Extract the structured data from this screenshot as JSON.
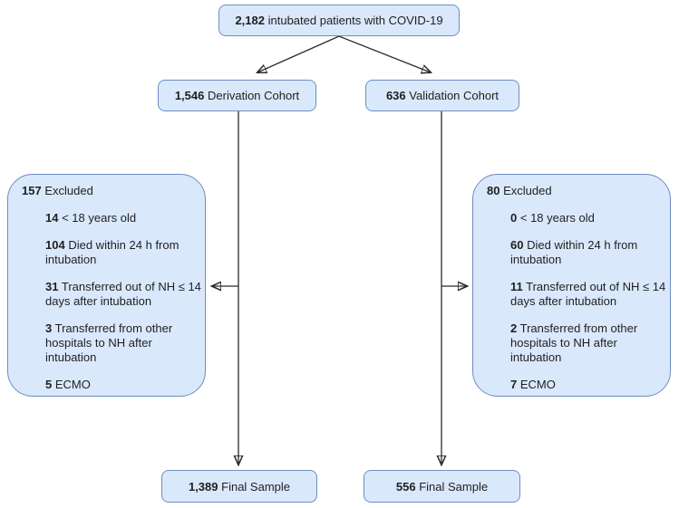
{
  "flow": {
    "total": {
      "count": "2,182",
      "label": "intubated patients with COVID-19"
    },
    "derivation": {
      "count": "1,546",
      "label": "Derivation Cohort"
    },
    "validation": {
      "count": "636",
      "label": "Validation Cohort"
    },
    "excluded_left": {
      "count": "157",
      "label": "Excluded",
      "items": [
        {
          "count": "14",
          "label": "< 18 years old"
        },
        {
          "count": "104",
          "label": "Died within 24 h from intubation"
        },
        {
          "count": "31",
          "label": "Transferred out of NH ≤ 14 days after intubation"
        },
        {
          "count": "3",
          "label": "Transferred from other hospitals to NH after intubation"
        },
        {
          "count": "5",
          "label": "ECMO"
        }
      ]
    },
    "excluded_right": {
      "count": "80",
      "label": "Excluded",
      "items": [
        {
          "count": "0",
          "label": "< 18 years old"
        },
        {
          "count": "60",
          "label": "Died within 24 h from intubation"
        },
        {
          "count": "11",
          "label": "Transferred out of NH ≤ 14 days after intubation"
        },
        {
          "count": "2",
          "label": "Transferred from other hospitals to NH after intubation"
        },
        {
          "count": "7",
          "label": "ECMO"
        }
      ]
    },
    "final_left": {
      "count": "1,389",
      "label": "Final Sample"
    },
    "final_right": {
      "count": "556",
      "label": "Final Sample"
    },
    "colors": {
      "box_fill": "#dae8fc",
      "box_border": "#6c8ebf",
      "arrow": "#2b2b2b",
      "text": "#1f1f1f"
    }
  }
}
